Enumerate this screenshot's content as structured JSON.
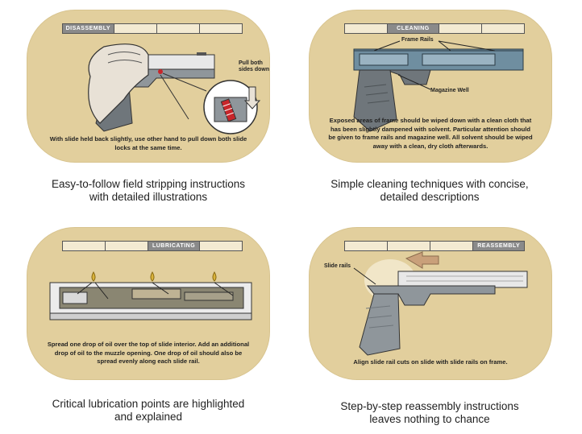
{
  "panels": {
    "disassembly": {
      "tab_label": "DISASSEMBLY",
      "callout": "Pull both sides down",
      "instruction": "With slide held back slightly, use other hand to pull down both slide locks at the same time.",
      "caption": "Easy-to-follow field stripping instructions\nwith detailed illustrations"
    },
    "cleaning": {
      "tab_label": "CLEANING",
      "callout_rails": "Frame Rails",
      "callout_well": "Magazine Well",
      "instruction": "Exposed areas of frame should be wiped down with a clean cloth that has been slightly dampened with solvent. Particular attention should be given to frame rails and magazine well. All solvent should be wiped away with a clean, dry cloth afterwards.",
      "caption": "Simple cleaning techniques with concise,\ndetailed descriptions"
    },
    "lubricating": {
      "tab_label": "LUBRICATING",
      "instruction": "Spread one drop of oil over the top of slide interior. Add an additional drop of oil to the muzzle opening. One drop of oil should also be spread evenly along each slide rail.",
      "caption": "Critical lubrication points are highlighted\nand explained"
    },
    "reassembly": {
      "tab_label": "REASSEMBLY",
      "callout": "Slide rails",
      "instruction": "Align slide rail cuts on slide with slide rails on frame.",
      "caption": "Step-by-step reassembly instructions\nleaves nothing to chance"
    }
  },
  "colors": {
    "card": "#e2cf9d",
    "tab_active": "#8a8a8a",
    "frame": "#8f969b",
    "slide": "#e8e8e8",
    "blue_frame": "#6f8ea0",
    "red_lock": "#c8262b",
    "oil": "#d9b23a"
  }
}
